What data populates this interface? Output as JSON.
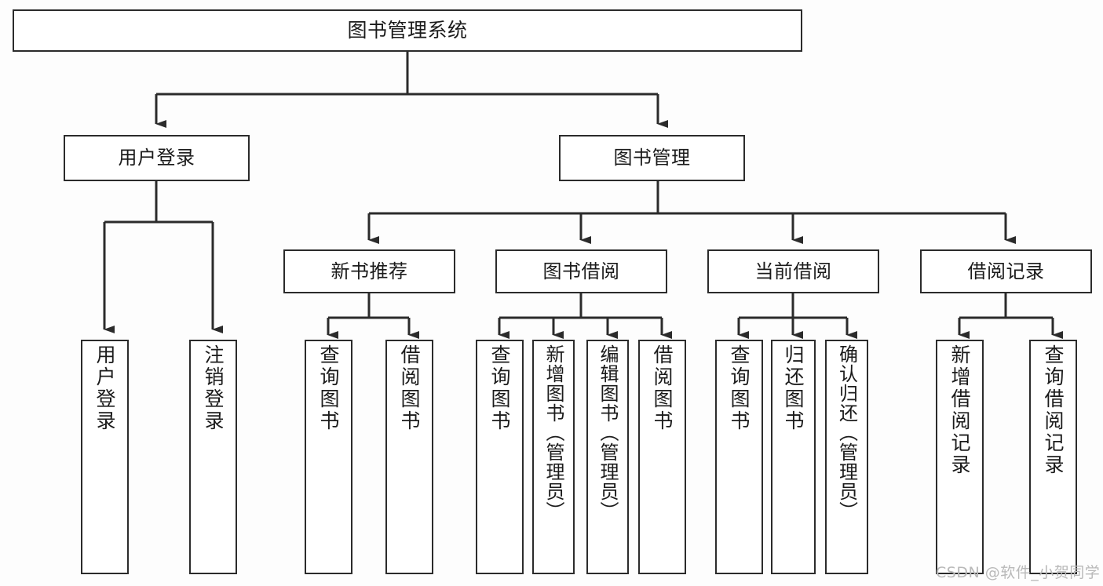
{
  "diagram": {
    "title": "图书管理系统",
    "type": "tree-hierarchy-chart",
    "colors": {
      "border": "#2b2b2b",
      "node_fill": "#ffffff",
      "background": "#fdfdfd",
      "edge": "#2b2b2b",
      "watermark": "#b9b9b9"
    },
    "root": {
      "label": "图书管理系统"
    },
    "level1": [
      {
        "label": "用户登录"
      },
      {
        "label": "图书管理"
      }
    ],
    "level2": [
      {
        "label": "新书推荐"
      },
      {
        "label": "图书借阅"
      },
      {
        "label": "当前借阅"
      },
      {
        "label": "借阅记录"
      }
    ],
    "leaves": {
      "user_login": [
        {
          "label": "用户登录"
        },
        {
          "label": "注销登录"
        }
      ],
      "new_book_recommend": [
        {
          "label": "查询图书"
        },
        {
          "label": "借阅图书"
        }
      ],
      "book_borrow": [
        {
          "label": "查询图书"
        },
        {
          "label": "新增图书（管理员）"
        },
        {
          "label": "编辑图书（管理员）"
        },
        {
          "label": "借阅图书"
        }
      ],
      "current_borrow": [
        {
          "label": "查询图书"
        },
        {
          "label": "归还图书"
        },
        {
          "label": "确认归还（管理员）"
        }
      ],
      "borrow_record": [
        {
          "label": "新增借阅记录"
        },
        {
          "label": "查询借阅记录"
        }
      ]
    },
    "watermark": "CSDN @软件_小贺同学"
  }
}
